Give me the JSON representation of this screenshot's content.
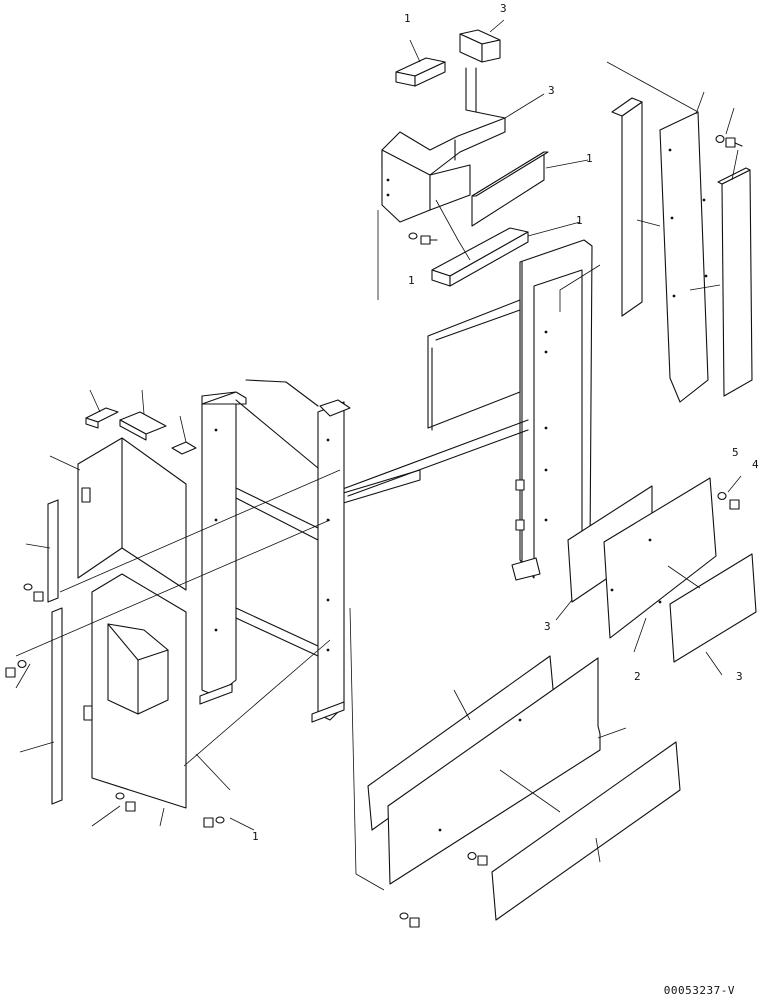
{
  "diagram": {
    "reference_code": "00053237-V",
    "callouts": {
      "pad_top_left": "1",
      "pad_top_right": "3",
      "bracket_top": "3",
      "pad_upper_right": "1",
      "pad_lower_right": "1",
      "bolt_upper_left": "1",
      "bolt_right_side": "5",
      "washer_right_side": "4",
      "foam_right_lower": "3",
      "plate_right_lower": "2",
      "foam_right_lower_b": "3",
      "bolt_lower_left": "1"
    }
  }
}
